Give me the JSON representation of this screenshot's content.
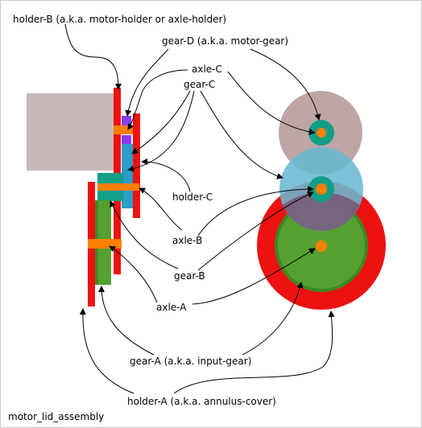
{
  "labels": {
    "holder_b": "holder-B (a.k.a. motor-holder or axle-holder)",
    "gear_d": "gear-D (a.k.a. motor-gear)",
    "axle_c": "axle-C",
    "gear_c": "gear-C",
    "holder_c": "holder-C",
    "axle_b": "axle-B",
    "gear_b": "gear-B",
    "axle_a": "axle-A",
    "gear_a": "gear-A (a.k.a. input-gear)",
    "holder_a": "holder-A (a.k.a. annulus-cover)",
    "caption": "motor_lid_assembly"
  },
  "colors": {
    "motor_body": "#c8b8b8",
    "holder_red": "#ee1111",
    "axle_orange": "#ff7f00",
    "gear_d_purple": "#8b3cf0",
    "gear_c_blue": "#2a9ec9",
    "gear_b_teal": "#119f86",
    "gear_a_green": "#55a030",
    "gear_a_dark": "#3a8a22",
    "motor_disc": "#bfa5a5",
    "gear_c_disc": "#6ab8d2",
    "overlap_disc": "#7a4a6a",
    "arrow": "#000000"
  }
}
